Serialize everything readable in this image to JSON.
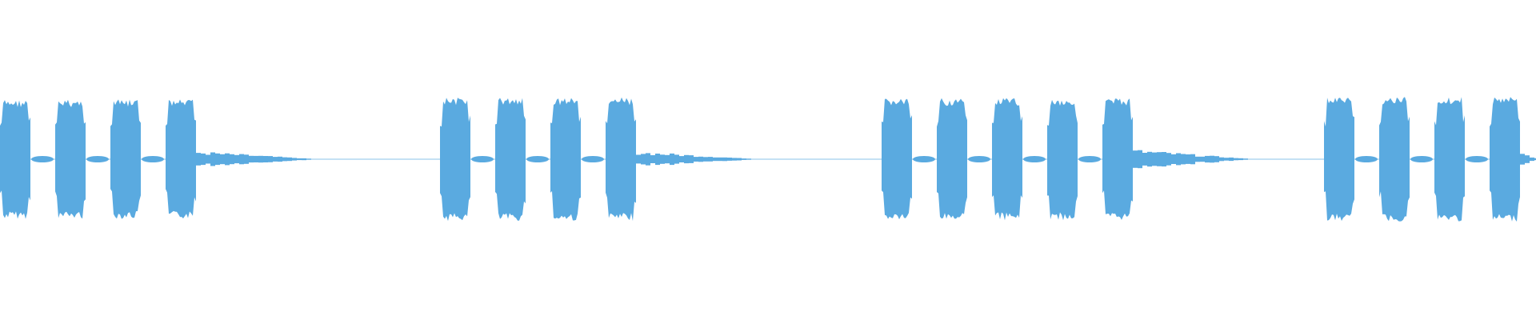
{
  "waveform": {
    "color": "#5AAAE0",
    "background": "#FFFFFF",
    "amplitude_max": 1.0,
    "duration_fraction_shown": 1.0,
    "groups": [
      {
        "burst_count": 4,
        "peak_level": 0.82,
        "tail_level": 0.08
      },
      {
        "burst_count": 4,
        "peak_level": 0.85,
        "tail_level": 0.08
      },
      {
        "burst_count": 5,
        "peak_level": 0.84,
        "tail_level": 0.1
      },
      {
        "burst_count": 4,
        "peak_level": 0.86,
        "tail_level": 0.06
      }
    ]
  }
}
